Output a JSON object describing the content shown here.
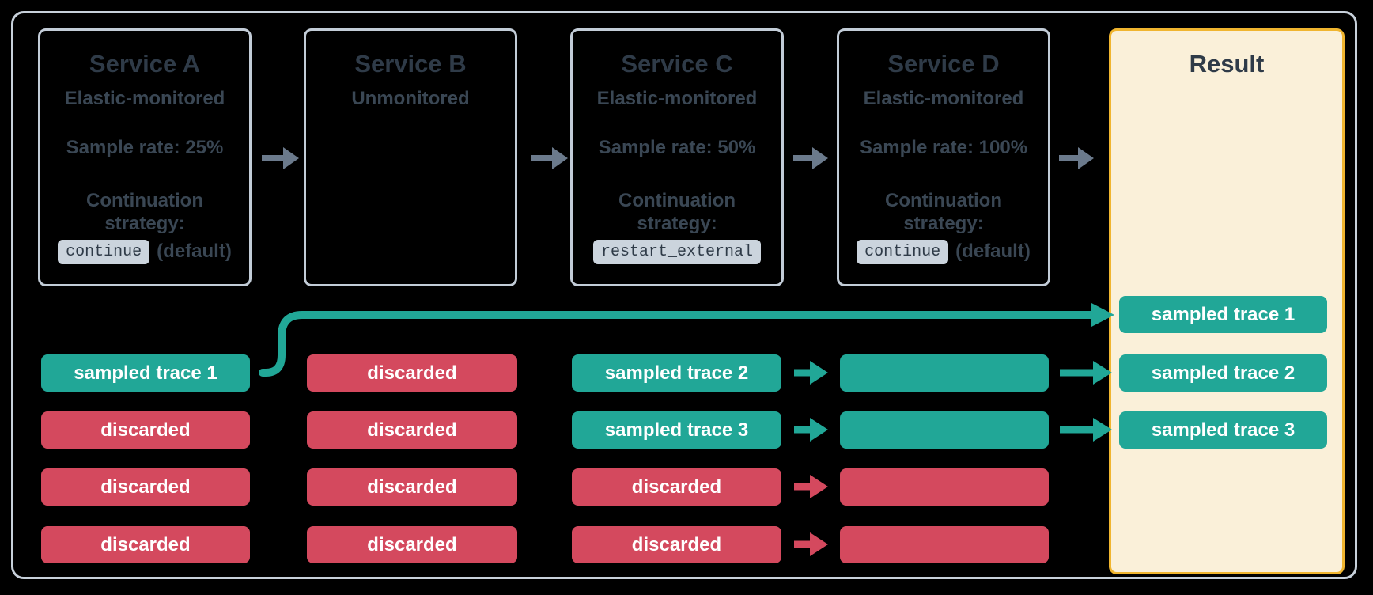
{
  "services": {
    "a": {
      "title": "Service A",
      "monitoring": "Elastic-monitored",
      "sample_rate": "Sample rate: 25%",
      "continuation_label": "Continuation strategy:",
      "strategy": "continue",
      "strategy_suffix": "(default)"
    },
    "b": {
      "title": "Service B",
      "monitoring": "Unmonitored"
    },
    "c": {
      "title": "Service C",
      "monitoring": "Elastic-monitored",
      "sample_rate": "Sample rate: 50%",
      "continuation_label": "Continuation strategy:",
      "strategy": "restart_external"
    },
    "d": {
      "title": "Service D",
      "monitoring": "Elastic-monitored",
      "sample_rate": "Sample rate: 100%",
      "continuation_label": "Continuation strategy:",
      "strategy": "continue",
      "strategy_suffix": "(default)"
    }
  },
  "result": {
    "title": "Result"
  },
  "traces": {
    "service_a": [
      "sampled trace 1",
      "discarded",
      "discarded",
      "discarded"
    ],
    "service_b": [
      "discarded",
      "discarded",
      "discarded",
      "discarded"
    ],
    "service_c": [
      "sampled trace 2",
      "sampled trace 3",
      "discarded",
      "discarded"
    ],
    "service_d_states": [
      "sampled",
      "sampled",
      "discarded",
      "discarded"
    ],
    "result": [
      "sampled trace 1",
      "sampled trace 2",
      "sampled trace 3"
    ]
  },
  "colors": {
    "sampled_teal": "#21A797",
    "discarded_red": "#D4495E",
    "arrow_gray": "#6B7A8C",
    "result_border_yellow": "#F0B52F",
    "result_background_cream": "#FAF0D9",
    "box_border_gray": "#C2CCD7",
    "chip_background": "#CBD4DD",
    "text_dark_slate": "#2F3B48"
  }
}
